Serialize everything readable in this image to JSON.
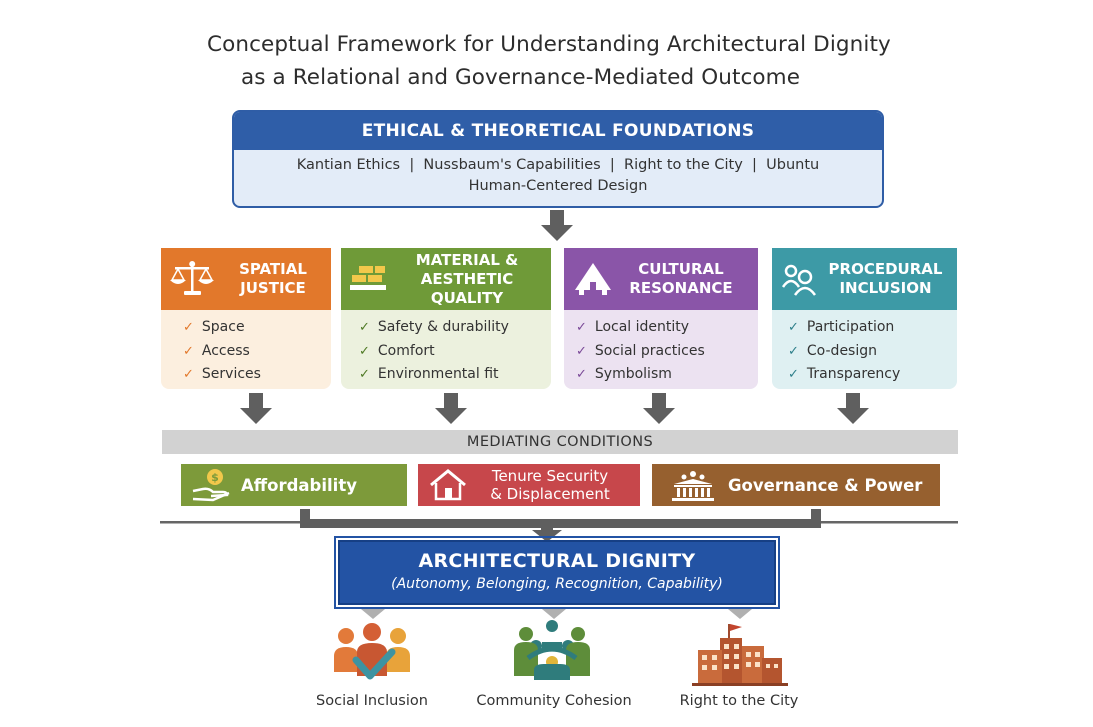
{
  "title": {
    "line1": "Conceptual Framework for Understanding Architectural Dignity",
    "line2": "as a Relational and Governance-Mediated Outcome"
  },
  "foundations": {
    "heading": "ETHICAL & THEORETICAL FOUNDATIONS",
    "line1": "Kantian Ethics  |  Nussbaum's Capabilities  |  Right to the City  |  Ubuntu",
    "line2": "Human-Centered Design"
  },
  "pillars": [
    {
      "line1": "SPATIAL",
      "line2": "JUSTICE",
      "icon": "scales-icon",
      "color": "#e2782b",
      "bg": "#fcefdf",
      "check": "#e2782b",
      "items": [
        "Space",
        "Access",
        "Services"
      ]
    },
    {
      "line1": "MATERIAL &",
      "line2": "AESTHETIC QUALITY",
      "icon": "bricks-icon",
      "color": "#6f9a38",
      "bg": "#ecf1de",
      "check": "#4f7a25",
      "items": [
        "Safety & durability",
        "Comfort",
        "Environmental fit"
      ]
    },
    {
      "line1": "CULTURAL",
      "line2": "RESONANCE",
      "icon": "hut-icon",
      "color": "#8a55a8",
      "bg": "#ece2f1",
      "check": "#7a4a98",
      "items": [
        "Local identity",
        "Social practices",
        "Symbolism"
      ]
    },
    {
      "line1": "PROCEDURAL",
      "line2": "INCLUSION",
      "icon": "people-icon",
      "color": "#3d9aa6",
      "bg": "#dff0f2",
      "check": "#2e7f8a",
      "items": [
        "Participation",
        "Co-design",
        "Transparency"
      ]
    }
  ],
  "mediating": {
    "label": "MEDIATING CONDITIONS",
    "conditions": [
      {
        "line1": "Affordability",
        "line2": "",
        "icon": "money-hand-icon",
        "color": "#7d9a3a"
      },
      {
        "line1": "Tenure Security",
        "line2": "& Displacement",
        "icon": "house-icon",
        "color": "#c7474b"
      },
      {
        "line1": "Governance & Power",
        "line2": "",
        "icon": "government-icon",
        "color": "#96602f"
      }
    ]
  },
  "dignity": {
    "title": "ARCHITECTURAL DIGNITY",
    "subtitle": "(Autonomy, Belonging, Recognition, Capability)"
  },
  "outcomes": [
    {
      "label": "Social Inclusion",
      "icon": "inclusion-icon"
    },
    {
      "label": "Community Cohesion",
      "icon": "cohesion-icon"
    },
    {
      "label": "Right to the City",
      "icon": "city-icon"
    }
  ],
  "colors": {
    "arrow": "#5f5f5f",
    "foundations_head": "#2f5ea8",
    "dignity": "#2353a4"
  }
}
